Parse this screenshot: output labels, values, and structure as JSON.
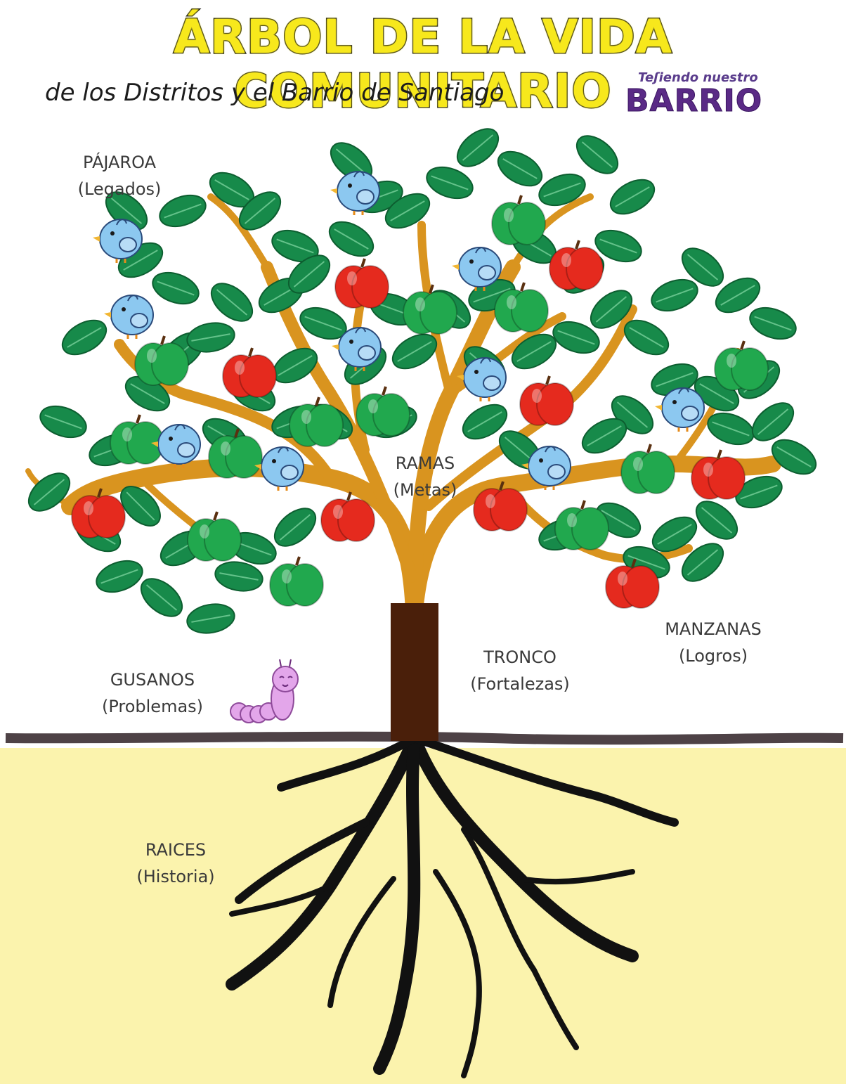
{
  "title": "ÁRBOL DE LA VIDA COMUNITARIO",
  "subtitle": "de los Distritos y el Barrio de Santiago",
  "logo": {
    "top_text": "Teʃiendo nuestro",
    "main_text": "BARRIO"
  },
  "labels": {
    "birds": {
      "name": "PÁJAROA",
      "meaning": "(Legados)"
    },
    "branches": {
      "name": "RAMAS",
      "meaning": "(Metas)"
    },
    "apples": {
      "name": "MANZANAS",
      "meaning": "(Logros)"
    },
    "trunk": {
      "name": "TRONCO",
      "meaning": "(Fortalezas)"
    },
    "worms": {
      "name": "GUSANOS",
      "meaning": "(Problemas)"
    },
    "roots": {
      "name": "RAICES",
      "meaning": "(Historia)"
    }
  },
  "colors": {
    "title_fill": "#f7e81c",
    "ground": "#fbf3ad",
    "leaf": "#178a4a",
    "red_apple": "#e52a1e",
    "green_apple": "#21a84e",
    "branch": "#d9941f",
    "trunk": "#4a1f0a",
    "bird": "#8cc8f0",
    "worm": "#e3a6ea",
    "roots": "#111111"
  }
}
